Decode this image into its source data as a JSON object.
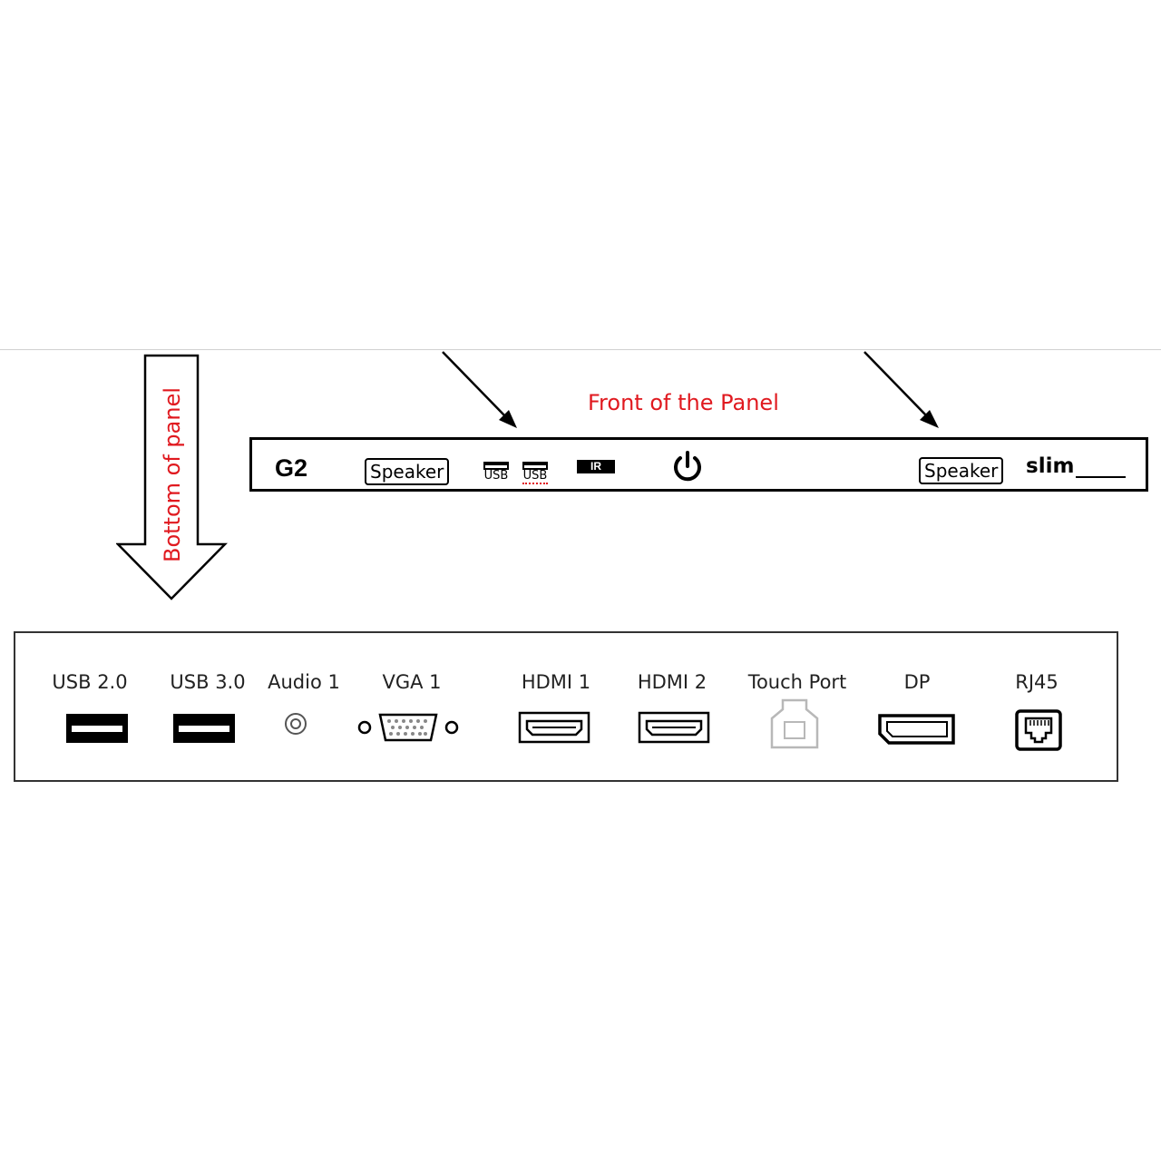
{
  "front_panel": {
    "title": "Front of the Panel",
    "model": "G2",
    "speaker_left": "Speaker",
    "speaker_right": "Speaker",
    "usb_a": "USB",
    "usb_b": "USB",
    "ir": "IR",
    "slim": "slim"
  },
  "bottom_panel": {
    "arrow_label": "Bottom of panel",
    "ports": [
      {
        "label": "USB 2.0",
        "icon": "usb-a-port-icon"
      },
      {
        "label": "USB 3.0",
        "icon": "usb-a-port-icon"
      },
      {
        "label": "Audio 1",
        "icon": "audio-jack-icon"
      },
      {
        "label": "VGA 1",
        "icon": "vga-port-icon"
      },
      {
        "label": "HDMI 1",
        "icon": "hdmi-port-icon"
      },
      {
        "label": "HDMI 2",
        "icon": "hdmi-port-icon"
      },
      {
        "label": "Touch Port",
        "icon": "usb-b-port-icon"
      },
      {
        "label": "DP",
        "icon": "displayport-icon"
      },
      {
        "label": "RJ45",
        "icon": "rj45-port-icon"
      }
    ]
  },
  "colors": {
    "annotation_red": "#e0191f",
    "stroke": "#000000",
    "touch_port_gray": "#b8b8b8"
  }
}
